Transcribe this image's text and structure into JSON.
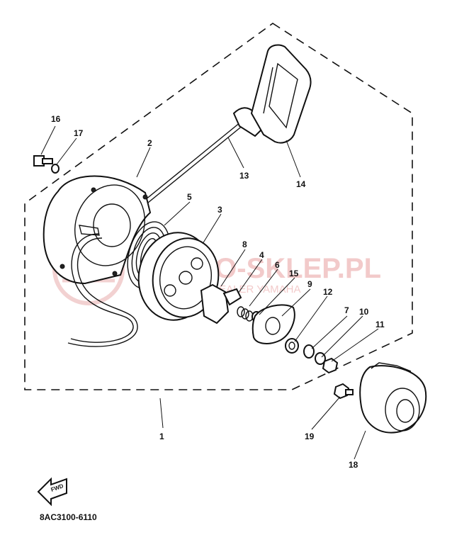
{
  "diagram": {
    "part_numbers": [
      "1",
      "2",
      "3",
      "4",
      "5",
      "6",
      "7",
      "8",
      "9",
      "10",
      "11",
      "12",
      "13",
      "14",
      "15",
      "16",
      "17",
      "18",
      "19"
    ],
    "diagram_code": "8AC3100-6110",
    "fwd_label": "FWD",
    "watermark_title": "MOTO-SKLEP.PL",
    "watermark_subtitle": "ZYCZ DEALER YAMAHA"
  }
}
